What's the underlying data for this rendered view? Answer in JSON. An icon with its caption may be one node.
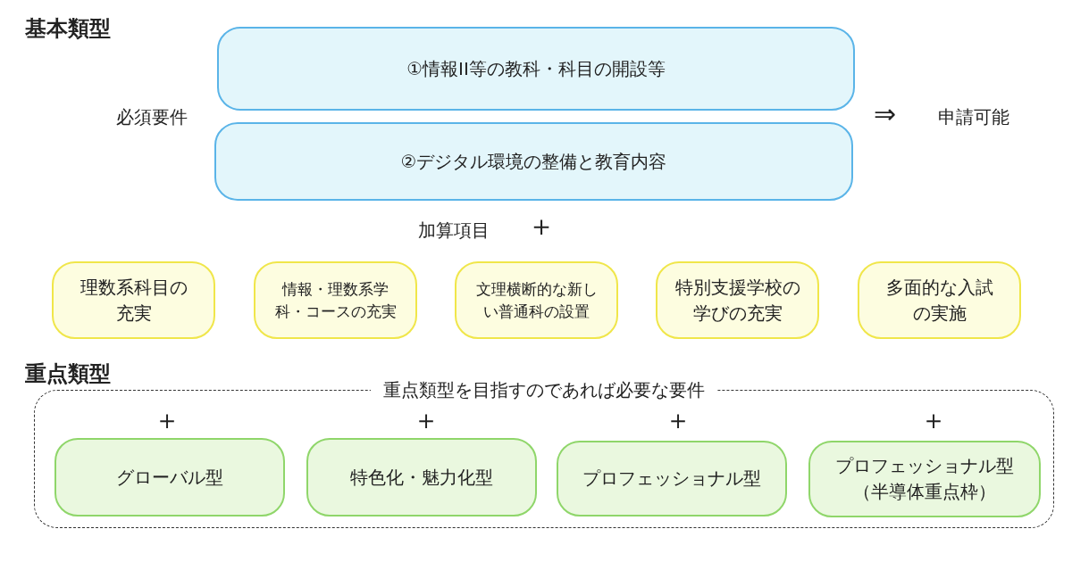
{
  "diagram": {
    "nodes": [
      {
        "text": [
          "①情報II等の教科・科目の開設等"
        ]
      },
      {
        "text": [
          "②デジタル環境の整備と教育内容"
        ]
      },
      {
        "text": [
          "理数系科目の充実"
        ]
      },
      {
        "text": [
          "情報・理数系学科・コースの充実"
        ]
      },
      {
        "text": [
          "文理横断的な新しい普通科の設置"
        ]
      },
      {
        "text": [
          "特別支援学校の学びの充実"
        ]
      },
      {
        "text": [
          "多面的な入試の実施"
        ]
      },
      {
        "text": [
          "重点類型を目指すのであれば必要な要件"
        ]
      },
      {
        "text": [
          "グローバル型"
        ],
        "in": 7
      },
      {
        "text": [
          "特色化・魅力化型"
        ],
        "in": 7
      },
      {
        "text": [
          "プロフェッショナル型"
        ],
        "in": 7
      },
      {
        "text": [
          "プロフェッショナル型（半導体重点枠）"
        ],
        "in": 7
      }
    ],
    "edges": [],
    "labels": [
      "基本類型",
      "必須要件",
      "⇒",
      "申請可能",
      "加算項目",
      "＋",
      "重点類型",
      "＋",
      "＋",
      "＋",
      "＋"
    ]
  }
}
